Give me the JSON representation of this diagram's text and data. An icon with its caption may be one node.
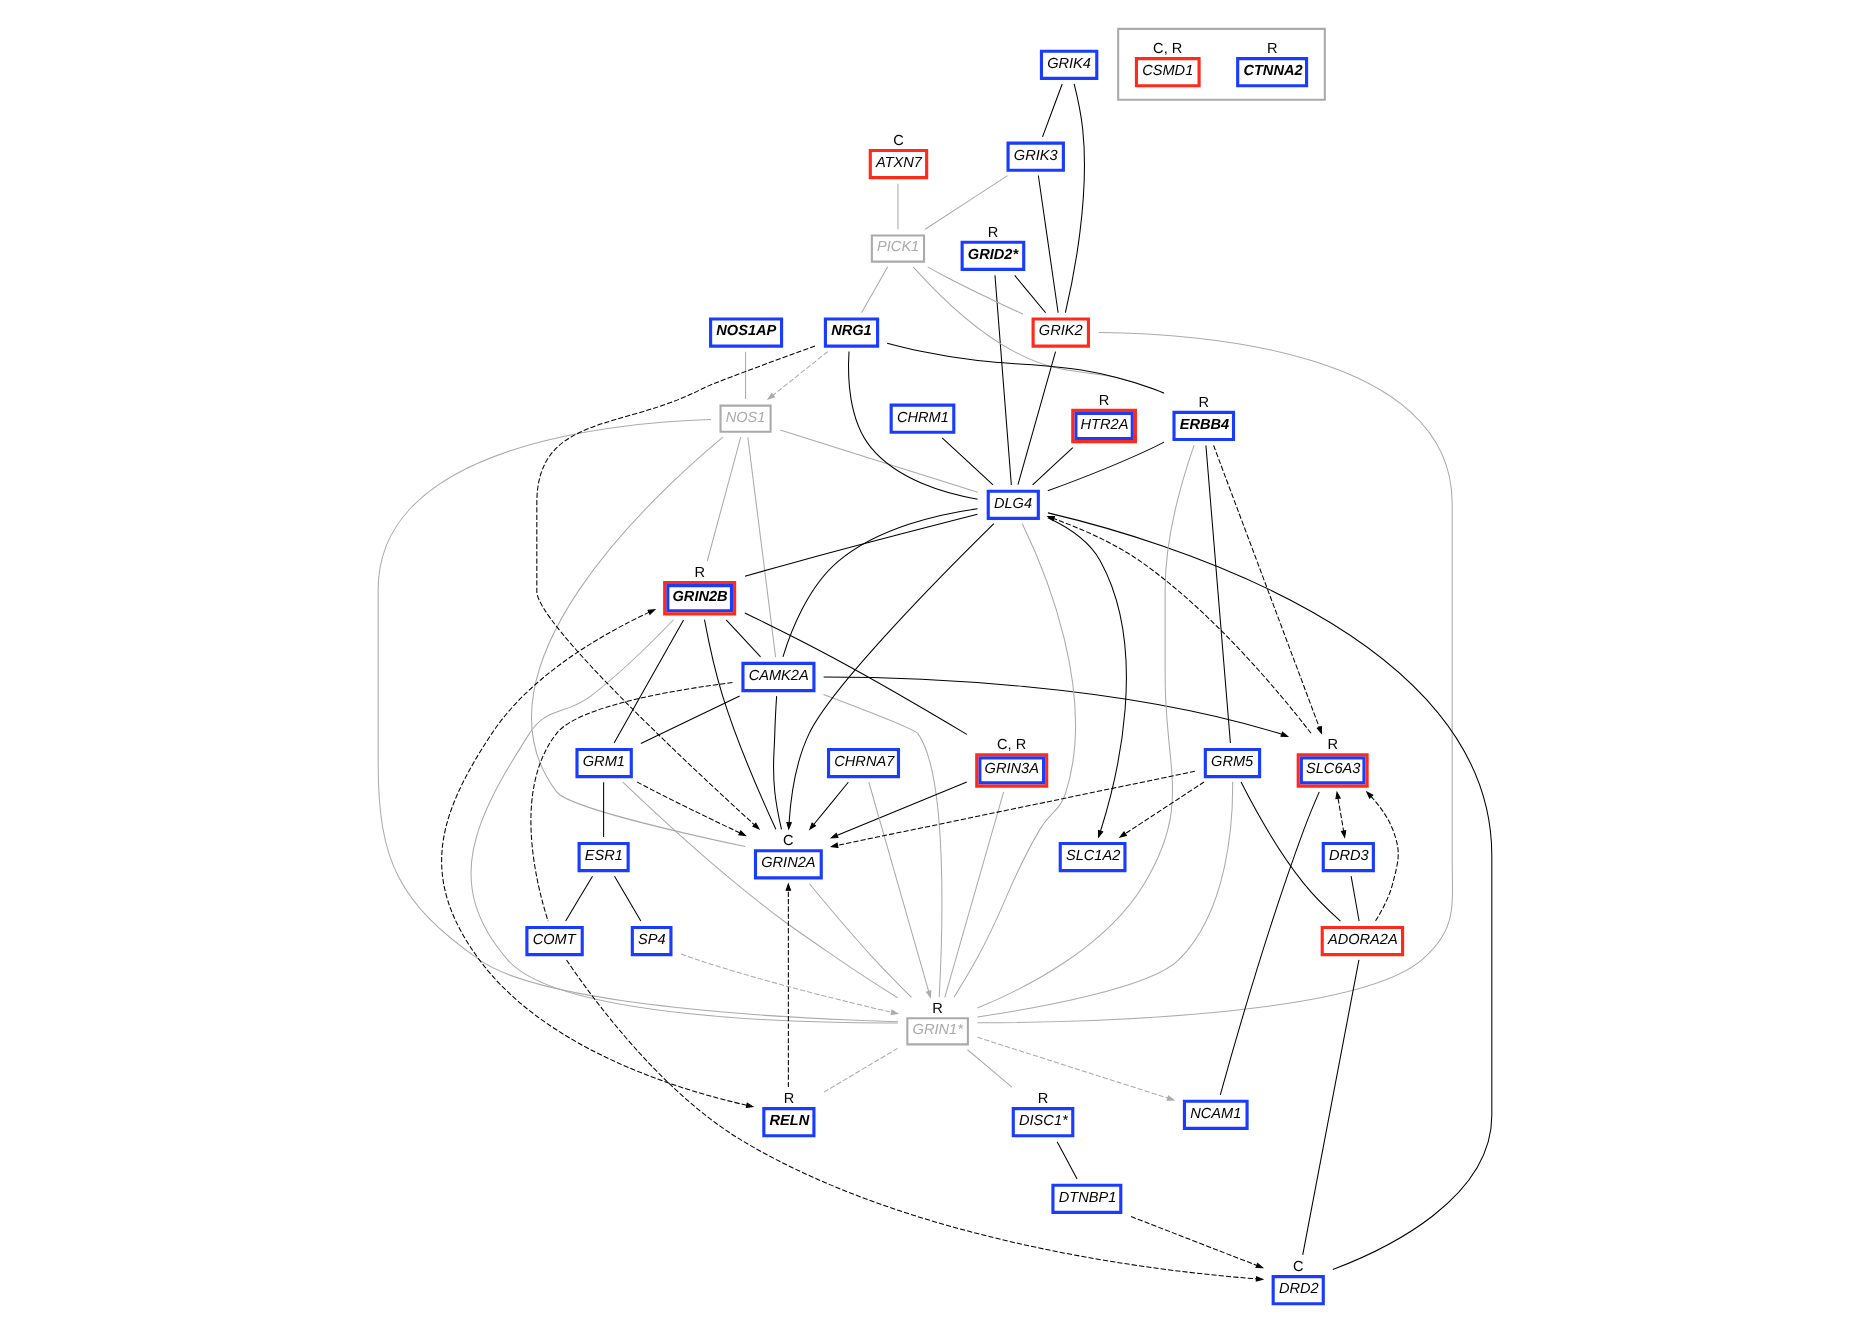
{
  "diagram": {
    "nodes": [
      {
        "text": [
          "CHRM1"
        ]
      },
      {
        "text": [
          "HTR2A"
        ],
        "beside": [
          "R"
        ]
      },
      {
        "text": [
          "NOS1AP"
        ]
      },
      {
        "text": [
          "ATXN7"
        ],
        "beside": [
          "C"
        ]
      },
      {
        "text": [
          "GRIK4"
        ]
      },
      {
        "text": [
          "GRID2*"
        ],
        "beside": [
          "R"
        ]
      },
      {
        "text": [
          "NOS1"
        ]
      },
      {
        "text": [
          "CAMK2A"
        ]
      },
      {
        "text": [
          "GRIN3A"
        ],
        "beside": [
          "C, R"
        ]
      },
      {
        "text": [
          "GRIK3"
        ]
      },
      {
        "text": [
          "GRM1"
        ]
      },
      {
        "text": [
          "GRIK2"
        ]
      },
      {
        "text": [
          "PICK1"
        ]
      },
      {
        "text": [
          "GRIN2B"
        ],
        "beside": [
          "R"
        ]
      },
      {
        "text": [
          "NRG1"
        ]
      },
      {
        "text": [
          "GRIN2A"
        ],
        "beside": [
          "C"
        ]
      },
      {
        "text": [
          "DLG4"
        ]
      },
      {
        "text": [
          "ESR1"
        ]
      },
      {
        "text": [
          "ERBB4"
        ],
        "beside": [
          "R"
        ]
      },
      {
        "text": [
          "GRIN1*"
        ],
        "beside": [
          "R"
        ]
      },
      {
        "text": [
          "CHRNA7"
        ]
      },
      {
        "text": [
          "RELN"
        ],
        "beside": [
          "R"
        ]
      },
      {
        "text": [
          "SLC1A2"
        ]
      },
      {
        "text": [
          "SP4"
        ]
      },
      {
        "text": [
          "GRM5"
        ]
      },
      {
        "text": [
          "COMT"
        ]
      },
      {
        "text": [
          "SLC6A3"
        ],
        "beside": [
          "R"
        ]
      },
      {
        "text": [
          "DRD2"
        ],
        "beside": [
          "C"
        ]
      },
      {
        "text": [
          "DISC1*"
        ],
        "beside": [
          "R"
        ]
      },
      {
        "text": [
          "DRD3"
        ]
      },
      {
        "text": [
          "ADORA2A"
        ]
      },
      {
        "text": [
          "NCAM1"
        ]
      },
      {
        "text": [
          "DTNBP1"
        ]
      },
      {
        "text": [],
        "shape": "box"
      },
      {
        "text": [
          "CTNNA2"
        ],
        "beside": [
          "R"
        ],
        "in": 33
      },
      {
        "text": [
          "CSMD1"
        ],
        "beside": [
          "C, R"
        ],
        "in": 33
      }
    ],
    "edges": [
      {
        "from": 3,
        "to": 12,
        "arrow": "none",
        "color": "#aaaaaa"
      },
      {
        "from": 9,
        "to": 12,
        "arrow": "none",
        "color": "#aaaaaa"
      },
      {
        "from": 12,
        "to": 11,
        "arrow": "none",
        "color": "#aaaaaa"
      },
      {
        "from": 12,
        "to": 14,
        "arrow": "none",
        "color": "#aaaaaa"
      },
      {
        "from": 12,
        "to": 18,
        "arrow": "none",
        "color": "#aaaaaa"
      },
      {
        "from": 2,
        "to": 6,
        "arrow": "none",
        "color": "#aaaaaa"
      },
      {
        "from": 6,
        "to": 7,
        "arrow": "none",
        "color": "#aaaaaa"
      },
      {
        "from": 6,
        "to": 13,
        "arrow": "none",
        "color": "#aaaaaa"
      },
      {
        "from": 6,
        "to": 15,
        "arrow": "none",
        "color": "#aaaaaa"
      },
      {
        "from": 6,
        "to": 16,
        "arrow": "none",
        "color": "#aaaaaa"
      },
      {
        "from": 6,
        "to": 19,
        "arrow": "none",
        "color": "#aaaaaa"
      },
      {
        "from": 14,
        "to": 6,
        "arrow": "to",
        "style": "dashed",
        "color": "#aaaaaa"
      },
      {
        "from": 7,
        "to": 19,
        "arrow": "none",
        "color": "#aaaaaa"
      },
      {
        "from": 13,
        "to": 19,
        "arrow": "none",
        "color": "#aaaaaa"
      },
      {
        "from": 8,
        "to": 19,
        "arrow": "none",
        "color": "#aaaaaa"
      },
      {
        "from": 10,
        "to": 19,
        "arrow": "none",
        "color": "#aaaaaa"
      },
      {
        "from": 15,
        "to": 19,
        "arrow": "none",
        "color": "#aaaaaa"
      },
      {
        "from": 11,
        "to": 19,
        "arrow": "none",
        "color": "#aaaaaa"
      },
      {
        "from": 16,
        "to": 19,
        "arrow": "none",
        "color": "#aaaaaa"
      },
      {
        "from": 18,
        "to": 19,
        "arrow": "none",
        "color": "#aaaaaa"
      },
      {
        "from": 24,
        "to": 19,
        "arrow": "none",
        "color": "#aaaaaa"
      },
      {
        "from": 20,
        "to": 19,
        "arrow": "to",
        "color": "#aaaaaa"
      },
      {
        "from": 23,
        "to": 19,
        "arrow": "to",
        "style": "dashed",
        "color": "#aaaaaa"
      },
      {
        "from": 19,
        "to": 21,
        "arrow": "none",
        "style": "dashed",
        "color": "#aaaaaa"
      },
      {
        "from": 19,
        "to": 31,
        "arrow": "to",
        "style": "dashed",
        "color": "#aaaaaa"
      },
      {
        "from": 19,
        "to": 28,
        "arrow": "none",
        "color": "#aaaaaa"
      },
      {
        "from": 4,
        "to": 9,
        "arrow": "none"
      },
      {
        "from": 4,
        "to": 11,
        "arrow": "none"
      },
      {
        "from": 9,
        "to": 11,
        "arrow": "none"
      },
      {
        "from": 5,
        "to": 11,
        "arrow": "none"
      },
      {
        "from": 5,
        "to": 16,
        "arrow": "none"
      },
      {
        "from": 0,
        "to": 16,
        "arrow": "none"
      },
      {
        "from": 1,
        "to": 16,
        "arrow": "none"
      },
      {
        "from": 11,
        "to": 16,
        "arrow": "none"
      },
      {
        "from": 14,
        "to": 16,
        "arrow": "none"
      },
      {
        "from": 14,
        "to": 18,
        "arrow": "none"
      },
      {
        "from": 18,
        "to": 16,
        "arrow": "none"
      },
      {
        "from": 18,
        "to": 24,
        "arrow": "none"
      },
      {
        "from": 16,
        "to": 22,
        "arrow": "to"
      },
      {
        "from": 7,
        "to": 16,
        "arrow": "none"
      },
      {
        "from": 16,
        "to": 13,
        "arrow": "none"
      },
      {
        "from": 16,
        "to": 15,
        "arrow": "to"
      },
      {
        "from": 16,
        "to": 27,
        "arrow": "none"
      },
      {
        "from": 7,
        "to": 26,
        "arrow": "to"
      },
      {
        "from": 7,
        "to": 10,
        "arrow": "none"
      },
      {
        "from": 7,
        "to": 15,
        "arrow": "none"
      },
      {
        "from": 13,
        "to": 7,
        "arrow": "none"
      },
      {
        "from": 13,
        "to": 8,
        "arrow": "none"
      },
      {
        "from": 13,
        "to": 10,
        "arrow": "none"
      },
      {
        "from": 13,
        "to": 15,
        "arrow": "none"
      },
      {
        "from": 8,
        "to": 15,
        "arrow": "to"
      },
      {
        "from": 10,
        "to": 17,
        "arrow": "none"
      },
      {
        "from": 20,
        "to": 15,
        "arrow": "to"
      },
      {
        "from": 17,
        "to": 23,
        "arrow": "none"
      },
      {
        "from": 17,
        "to": 25,
        "arrow": "none"
      },
      {
        "from": 24,
        "to": 30,
        "arrow": "none"
      },
      {
        "from": 29,
        "to": 30,
        "arrow": "none"
      },
      {
        "from": 30,
        "to": 27,
        "arrow": "none"
      },
      {
        "from": 26,
        "to": 31,
        "arrow": "none"
      },
      {
        "from": 28,
        "to": 32,
        "arrow": "none"
      },
      {
        "from": 14,
        "to": 15,
        "arrow": "to",
        "style": "dashed"
      },
      {
        "from": 7,
        "to": 25,
        "arrow": "none",
        "style": "dashed"
      },
      {
        "from": 21,
        "to": 13,
        "arrow": "both",
        "style": "dashed"
      },
      {
        "from": 21,
        "to": 15,
        "arrow": "to",
        "style": "dashed"
      },
      {
        "from": 10,
        "to": 15,
        "arrow": "to",
        "style": "dashed"
      },
      {
        "from": 24,
        "to": 15,
        "arrow": "to",
        "style": "dashed"
      },
      {
        "from": 18,
        "to": 26,
        "arrow": "to",
        "style": "dashed"
      },
      {
        "from": 26,
        "to": 16,
        "arrow": "to",
        "style": "dashed"
      },
      {
        "from": 24,
        "to": 22,
        "arrow": "to",
        "style": "dashed"
      },
      {
        "from": 26,
        "to": 29,
        "arrow": "both",
        "style": "dashed"
      },
      {
        "from": 30,
        "to": 26,
        "arrow": "to",
        "style": "dashed"
      },
      {
        "from": 25,
        "to": 27,
        "arrow": "to",
        "style": "dashed"
      },
      {
        "from": 32,
        "to": 27,
        "arrow": "to",
        "style": "dashed"
      }
    ]
  }
}
